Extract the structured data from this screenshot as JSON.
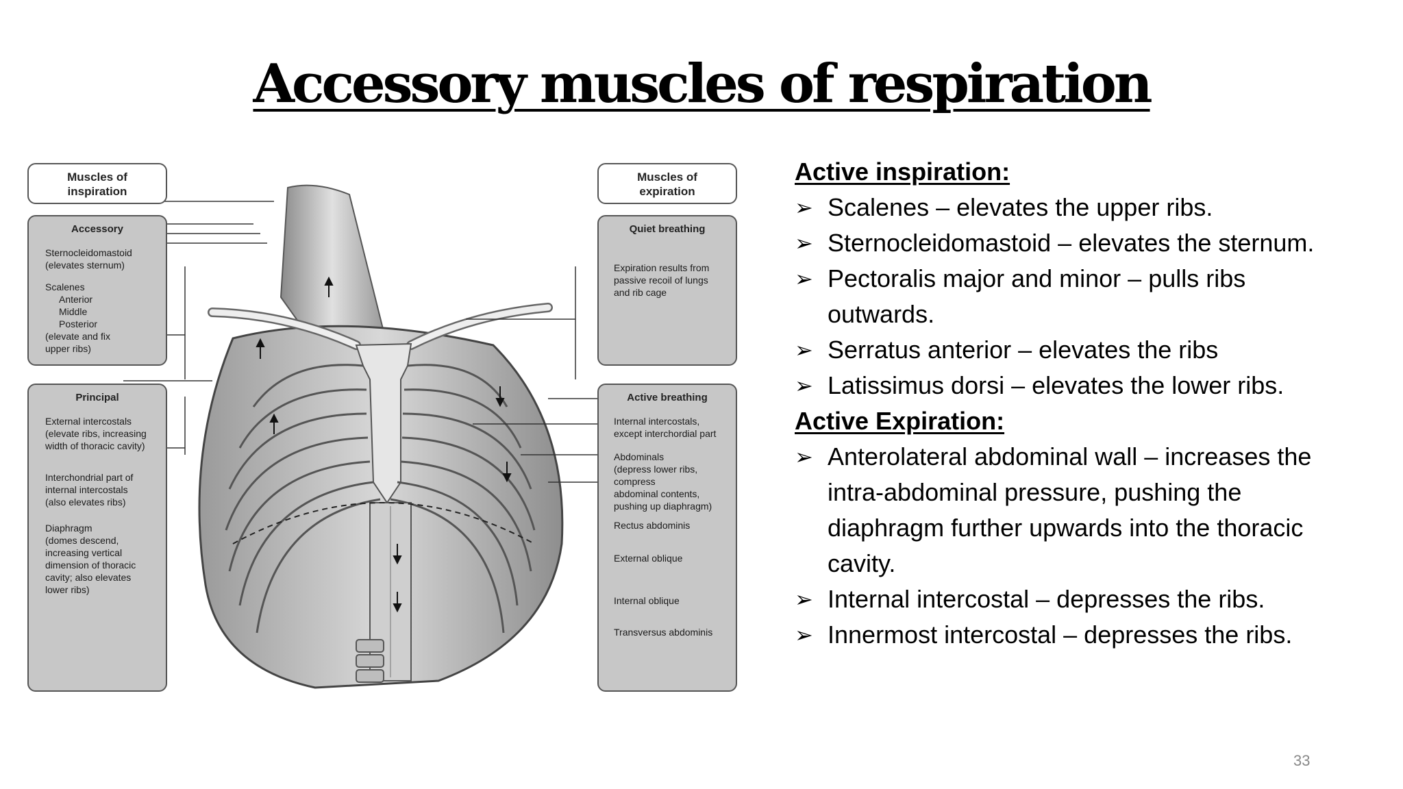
{
  "title": "Accessory muscles of respiration",
  "diagram": {
    "inspiration_header": "Muscles of\ninspiration",
    "accessory_title": "Accessory",
    "accessory_labels": [
      "Sternocleidomastoid\n(elevates sternum)",
      "Scalenes",
      "Anterior",
      "Middle",
      "Posterior",
      "(elevate and fix\nupper ribs)"
    ],
    "principal_title": "Principal",
    "principal_labels": [
      "External intercostals\n(elevate ribs, increasing\nwidth of thoracic cavity)",
      "Interchondrial part of\ninternal intercostals\n(also elevates ribs)",
      "Diaphragm\n(domes descend,\nincreasing vertical\ndimension of thoracic\ncavity; also elevates\nlower ribs)"
    ],
    "expiration_header": "Muscles of\nexpiration",
    "quiet_title": "Quiet breathing",
    "quiet_text": "Expiration results from\npassive recoil of lungs\nand rib cage",
    "active_title": "Active breathing",
    "active_labels": [
      "Internal intercostals,\nexcept interchordial part",
      "Abdominals\n(depress lower ribs,\ncompress\nabdominal contents,\npushing up diaphragm)",
      "Rectus abdominis",
      "External oblique",
      "Internal oblique",
      "Transversus abdominis"
    ]
  },
  "content": {
    "inspiration_heading": "Active inspiration:",
    "inspiration_items": [
      "Scalenes – elevates the upper ribs.",
      "Sternocleidomastoid – elevates the sternum.",
      "Pectoralis major and minor – pulls ribs outwards.",
      "Serratus anterior – elevates the ribs",
      "Latissimus dorsi – elevates the lower ribs."
    ],
    "expiration_heading": "Active Expiration:",
    "expiration_items": [
      "Anterolateral abdominal wall – increases the intra-abdominal pressure, pushing the diaphragm further upwards into the thoracic cavity.",
      "Internal intercostal – depresses the ribs.",
      "Innermost intercostal – depresses the ribs."
    ],
    "bullet_symbol": "➢"
  },
  "page_number": "33",
  "colors": {
    "panel_gray": "#c7c7c7",
    "border": "#555555",
    "text": "#000000",
    "page_number": "#888888"
  }
}
